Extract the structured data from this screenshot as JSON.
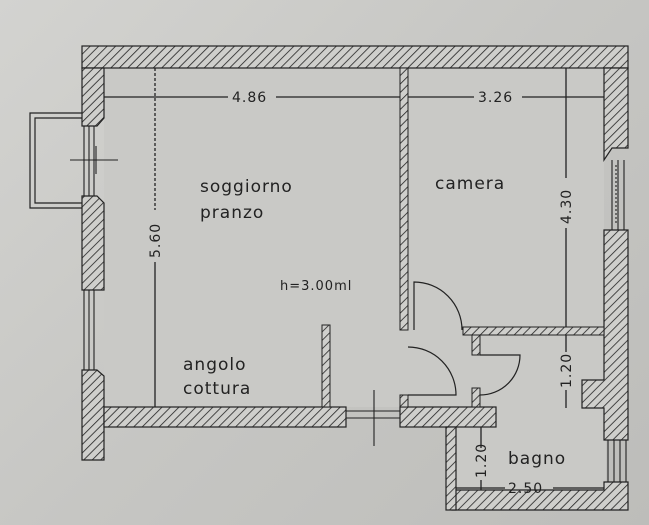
{
  "plan": {
    "rooms": [
      {
        "id": "soggiorno",
        "label_line1": "soggiorno",
        "label_line2": "pranzo"
      },
      {
        "id": "camera",
        "label_line1": "camera"
      },
      {
        "id": "angolo_cottura",
        "label_line1": "angolo",
        "label_line2": "cottura"
      },
      {
        "id": "bagno",
        "label_line1": "bagno"
      }
    ],
    "ceiling_height": "h=3.00ml",
    "dimensions": {
      "soggiorno_width": "4.86",
      "camera_width": "3.26",
      "soggiorno_depth": "5.60",
      "camera_depth": "4.30",
      "disimpegno_depth": "1.20",
      "bagno_depth": "1.20",
      "bagno_width": "2.50"
    },
    "colors": {
      "background": "#c8c8c5",
      "ink": "#222222",
      "floor": "#c9c9c6"
    }
  }
}
